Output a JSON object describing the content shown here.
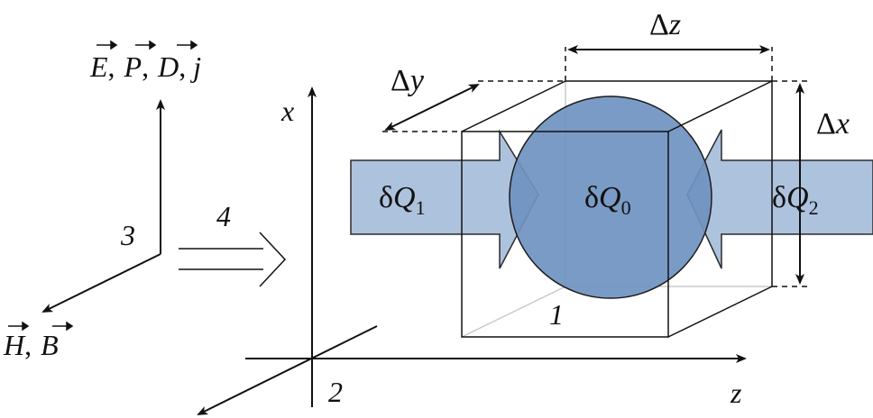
{
  "field_axis": {
    "vertical_label": {
      "E": "E",
      "P": "P",
      "D": "D",
      "j": "j",
      "sep": ","
    },
    "diagonal_label": {
      "H": "H",
      "B": "B",
      "sep": ","
    },
    "number": "3"
  },
  "arrow_number": "4",
  "coords": {
    "x": "x",
    "z": "z",
    "origin_number": "2"
  },
  "cube": {
    "number": "1",
    "dz": {
      "delta": "Δ",
      "var": "z"
    },
    "dy": {
      "delta": "Δ",
      "var": "y"
    },
    "dx": {
      "delta": "Δ",
      "var": "x"
    }
  },
  "flows": {
    "q1": {
      "d": "δ",
      "Q": "Q",
      "sub": "1"
    },
    "q0": {
      "d": "δ",
      "Q": "Q",
      "sub": "0"
    },
    "q2": {
      "d": "δ",
      "Q": "Q",
      "sub": "2"
    }
  },
  "colors": {
    "flow_fill": "#adc2dd",
    "sphere_fill": "#6f93c0",
    "line": "#111111",
    "hidden_edge": "#c8c8c8"
  }
}
